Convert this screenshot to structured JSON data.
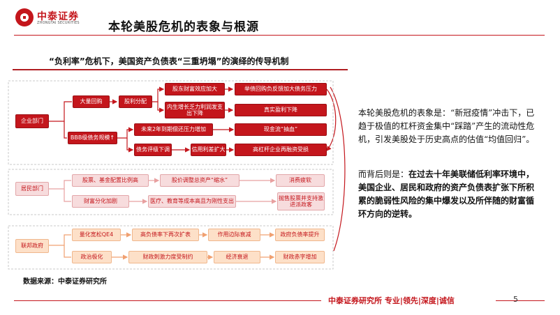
{
  "header": {
    "brand_cn": "中泰证券",
    "brand_en": "ZHONGTAI SECURITIES",
    "title": "本轮美股危机的表象与根源"
  },
  "diagram": {
    "subtitle": "“负利率”危机下，美国资产负债表“三重坍塌”的演绎的传导机制",
    "categories": {
      "enterprise": "企业部门",
      "household": "居民部门",
      "government": "联邦政府"
    },
    "enterprise": {
      "buyback": "大量回购",
      "dividend": "股利分配",
      "wealth_effect": "股东财富效应加大",
      "buyback_leverage": "举债回购负反馈加大债务压力",
      "growth_stall": "内生增长乏力利润发支出下降",
      "real_profit": "真实盈利下降",
      "bbb": "BBB级债务规模↑",
      "refinance": "未来2年到期偿还压力增加",
      "cash_flow": "现金流“抽血”",
      "rating_down": "债务评级下调",
      "spread": "信用利差扩大",
      "high_leverage": "高杠杆企业再融资受损"
    },
    "household": {
      "stock_alloc": "股票、基金配置比例高",
      "stock_shrink": "股价调整总资产“缩水”",
      "consume_down": "消费疲软",
      "wealth_gap": "财富分化加剧",
      "rigid_cost": "医疗、教育等成本高且为刚性支出",
      "policy": "抛售股票并支持激进派政客"
    },
    "government": {
      "qe": "量化宽松QE4",
      "fiscal_gap": "高负债率下再次扩表",
      "effect": "作用边际衰减",
      "gov_pressure": "政府负债率提升",
      "politics": "政治极化",
      "fiscal_limit": "财政刺激力度受制约",
      "economy": "经济衰退",
      "deficit": "财政赤字增加"
    }
  },
  "analysis": {
    "para1": "本轮美股危机的表象是：“新冠疫情”冲击下，已趋于极值的杠杆资金集中“踩踏”产生的流动性危机，引发美股处于历史高点的估值“均值回归”。",
    "para2_lead": "而背后则是：",
    "para2_body": "在过去十年美联储低利率环境中，美国企业、居民和政府的资产负债表扩张下所积累的脆弱性风险的集中爆发以及所伴随的财富循环方向的逆转。"
  },
  "source": "数据来源：中泰证券研究所",
  "footer": {
    "text": "中泰证券研究所 专业|领先|深度|诚信",
    "page": "5"
  },
  "colors": {
    "brand_red": "#c4161c",
    "pink": "#f7dcdd",
    "peach": "#fde0c8"
  }
}
